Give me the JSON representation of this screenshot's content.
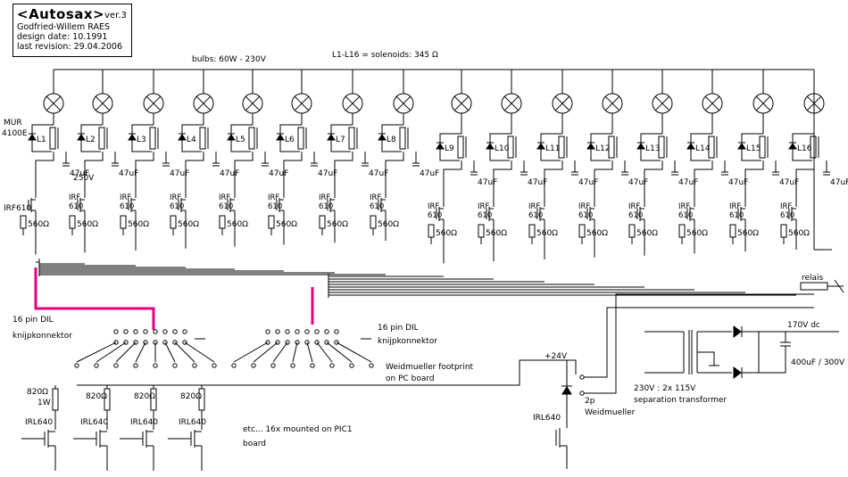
{
  "title": {
    "name": "<Autosax>",
    "version": "ver.3",
    "author": "Godfried-Willem RAES",
    "design_date": "design date: 10.1991",
    "revision": "last revision: 29.04.2006"
  },
  "labels": {
    "bulbs": "bulbs: 60W - 230V",
    "solenoids": "L1-L16 = solenoids: 345 Ω",
    "diode_type_1": "MUR",
    "diode_type_2": "4100E",
    "mosfet_main": "IRF610",
    "mosfet_short_1": "IRF",
    "mosfet_short_2": "610",
    "resistor_560": "560Ω",
    "cap_47": "47uF",
    "cap_250v": "250V",
    "dil_1": "16 pin DIL",
    "dil_2": "knijpkonnektor",
    "weid_1": "Weidmueller footprint",
    "weid_2": "on PC board",
    "resistor_820": "820Ω",
    "resistor_820_w": "1W",
    "driver": "IRL640",
    "etc_1": "etc... 16x mounted on PIC1",
    "etc_2": "board",
    "plus24": "+24V",
    "weid2p_1": "2p",
    "weid2p_2": "Weidmueller",
    "relais": "relais",
    "dc_170": "170V dc",
    "cap_400": "400uF / 300V",
    "trafo_1": "230V : 2x 115V",
    "trafo_2": "separation transformer",
    "solenoid_names": [
      "L1",
      "L2",
      "L3",
      "L4",
      "L5",
      "L6",
      "L7",
      "L8",
      "L9",
      "L10",
      "L11",
      "L12",
      "L13",
      "L14",
      "L15",
      "L16"
    ]
  },
  "colors": {
    "dil_wire": "#e6007e",
    "line": "#000000"
  }
}
